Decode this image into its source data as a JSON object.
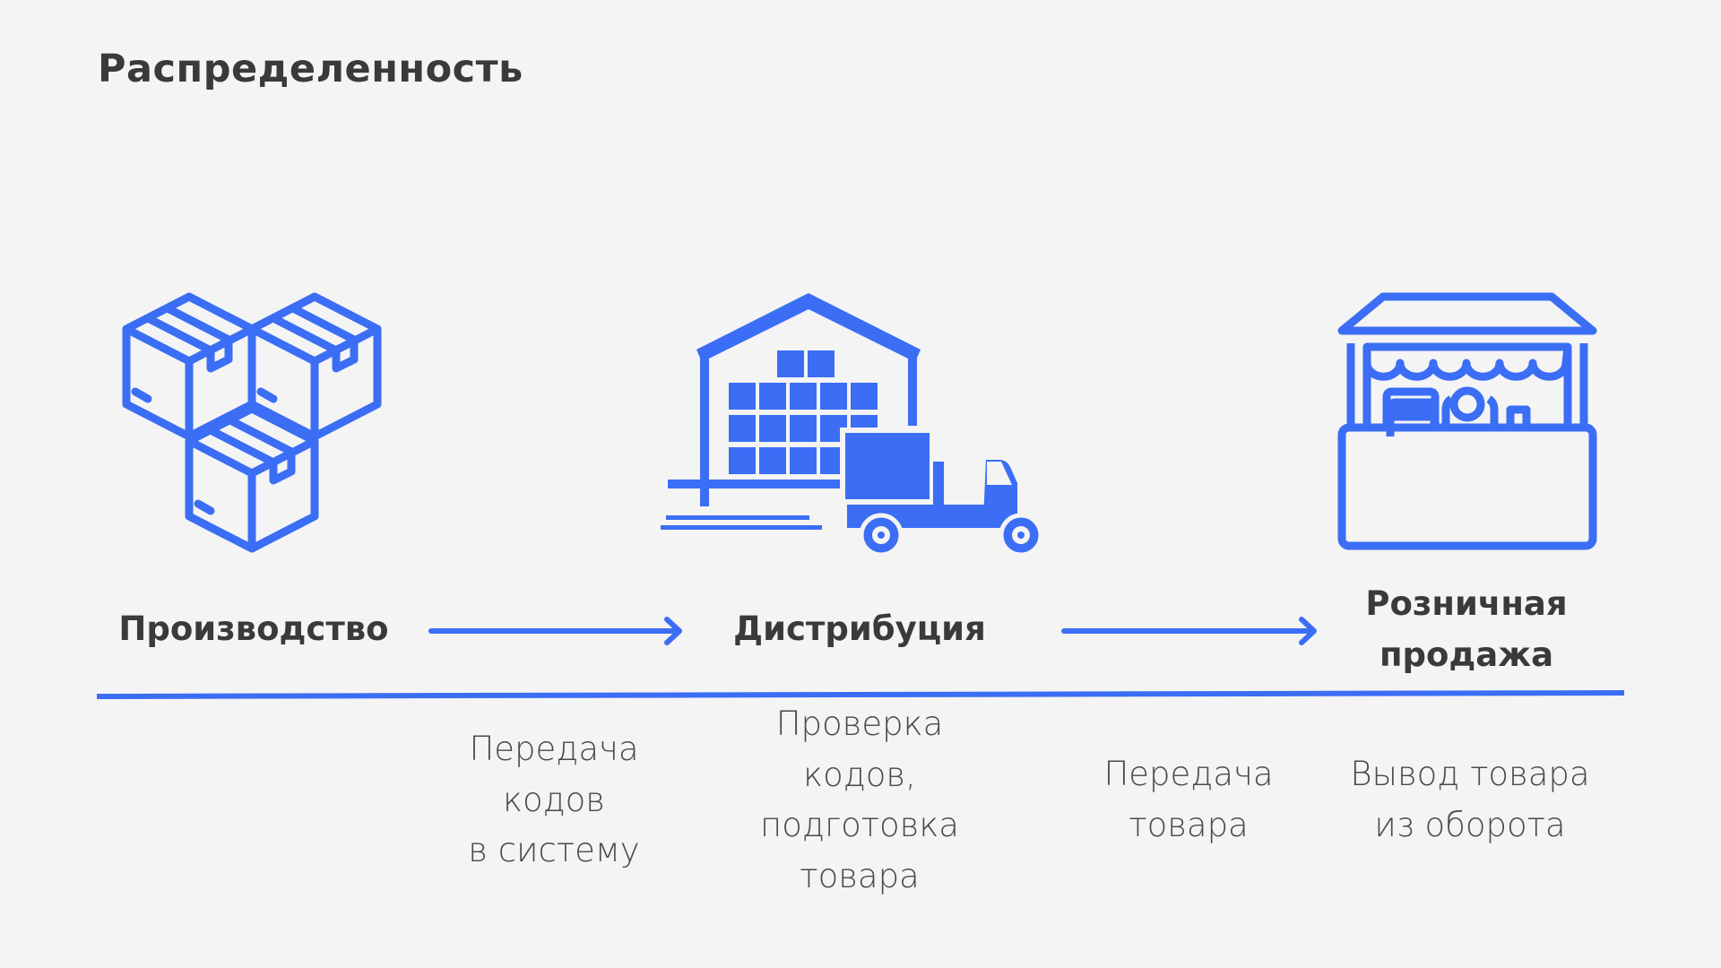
{
  "title": "Распределенность",
  "accent_color": "#3b6ef5",
  "stages": [
    {
      "label_lines": [
        "Производство"
      ],
      "icon": "boxes-icon"
    },
    {
      "label_lines": [
        "Дистрибуция"
      ],
      "icon": "warehouse-truck-icon"
    },
    {
      "label_lines": [
        "Розничная",
        "продажа"
      ],
      "icon": "market-stall-icon"
    }
  ],
  "notes": [
    {
      "lines": [
        "Передача",
        "кодов",
        "в систему"
      ]
    },
    {
      "lines": [
        "Проверка",
        "кодов,",
        "подготовка",
        "товара"
      ]
    },
    {
      "lines": [
        "Передача",
        "товара"
      ]
    },
    {
      "lines": [
        "Вывод товара",
        "из оборота"
      ]
    }
  ]
}
